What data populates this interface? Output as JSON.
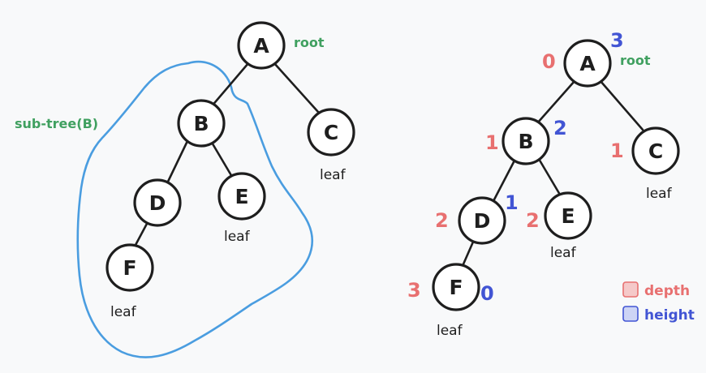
{
  "left_tree": {
    "nodes": {
      "A": "A",
      "B": "B",
      "C": "C",
      "D": "D",
      "E": "E",
      "F": "F"
    },
    "root_label": "root",
    "subtree_label": "sub-tree(B)",
    "leaf_label": "leaf"
  },
  "right_tree": {
    "nodes": {
      "A": "A",
      "B": "B",
      "C": "C",
      "D": "D",
      "E": "E",
      "F": "F"
    },
    "root_label": "root",
    "leaf_label": "leaf",
    "depth": {
      "A": "0",
      "B": "1",
      "C": "1",
      "D": "2",
      "E": "2",
      "F": "3"
    },
    "height": {
      "A": "3",
      "B": "2",
      "D": "1",
      "F": "0"
    }
  },
  "legend": {
    "depth_label": "depth",
    "height_label": "height",
    "depth_color": "#e87070",
    "height_color": "#4255d4"
  }
}
